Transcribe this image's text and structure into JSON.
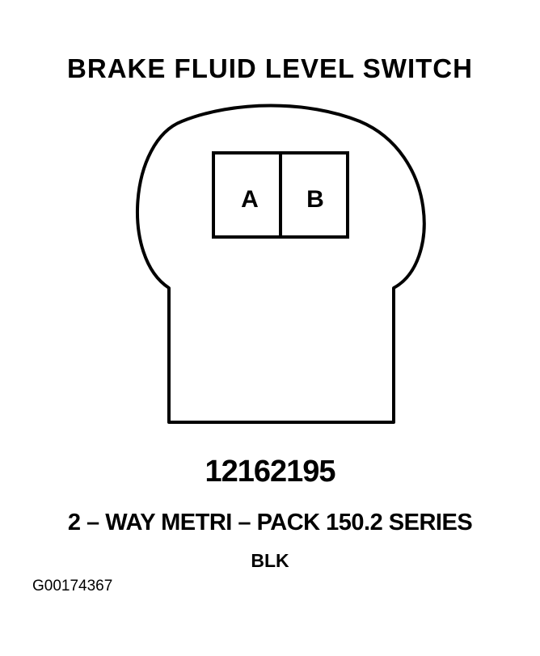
{
  "title": "BRAKE FLUID LEVEL SWITCH",
  "connector": {
    "pins": [
      {
        "label": "A"
      },
      {
        "label": "B"
      }
    ],
    "part_number": "12162195",
    "series": "2 – WAY METRI – PACK 150.2 SERIES",
    "color": "BLK"
  },
  "figure_id": "G00174367",
  "colors": {
    "line": "#000000",
    "background": "#ffffff"
  }
}
